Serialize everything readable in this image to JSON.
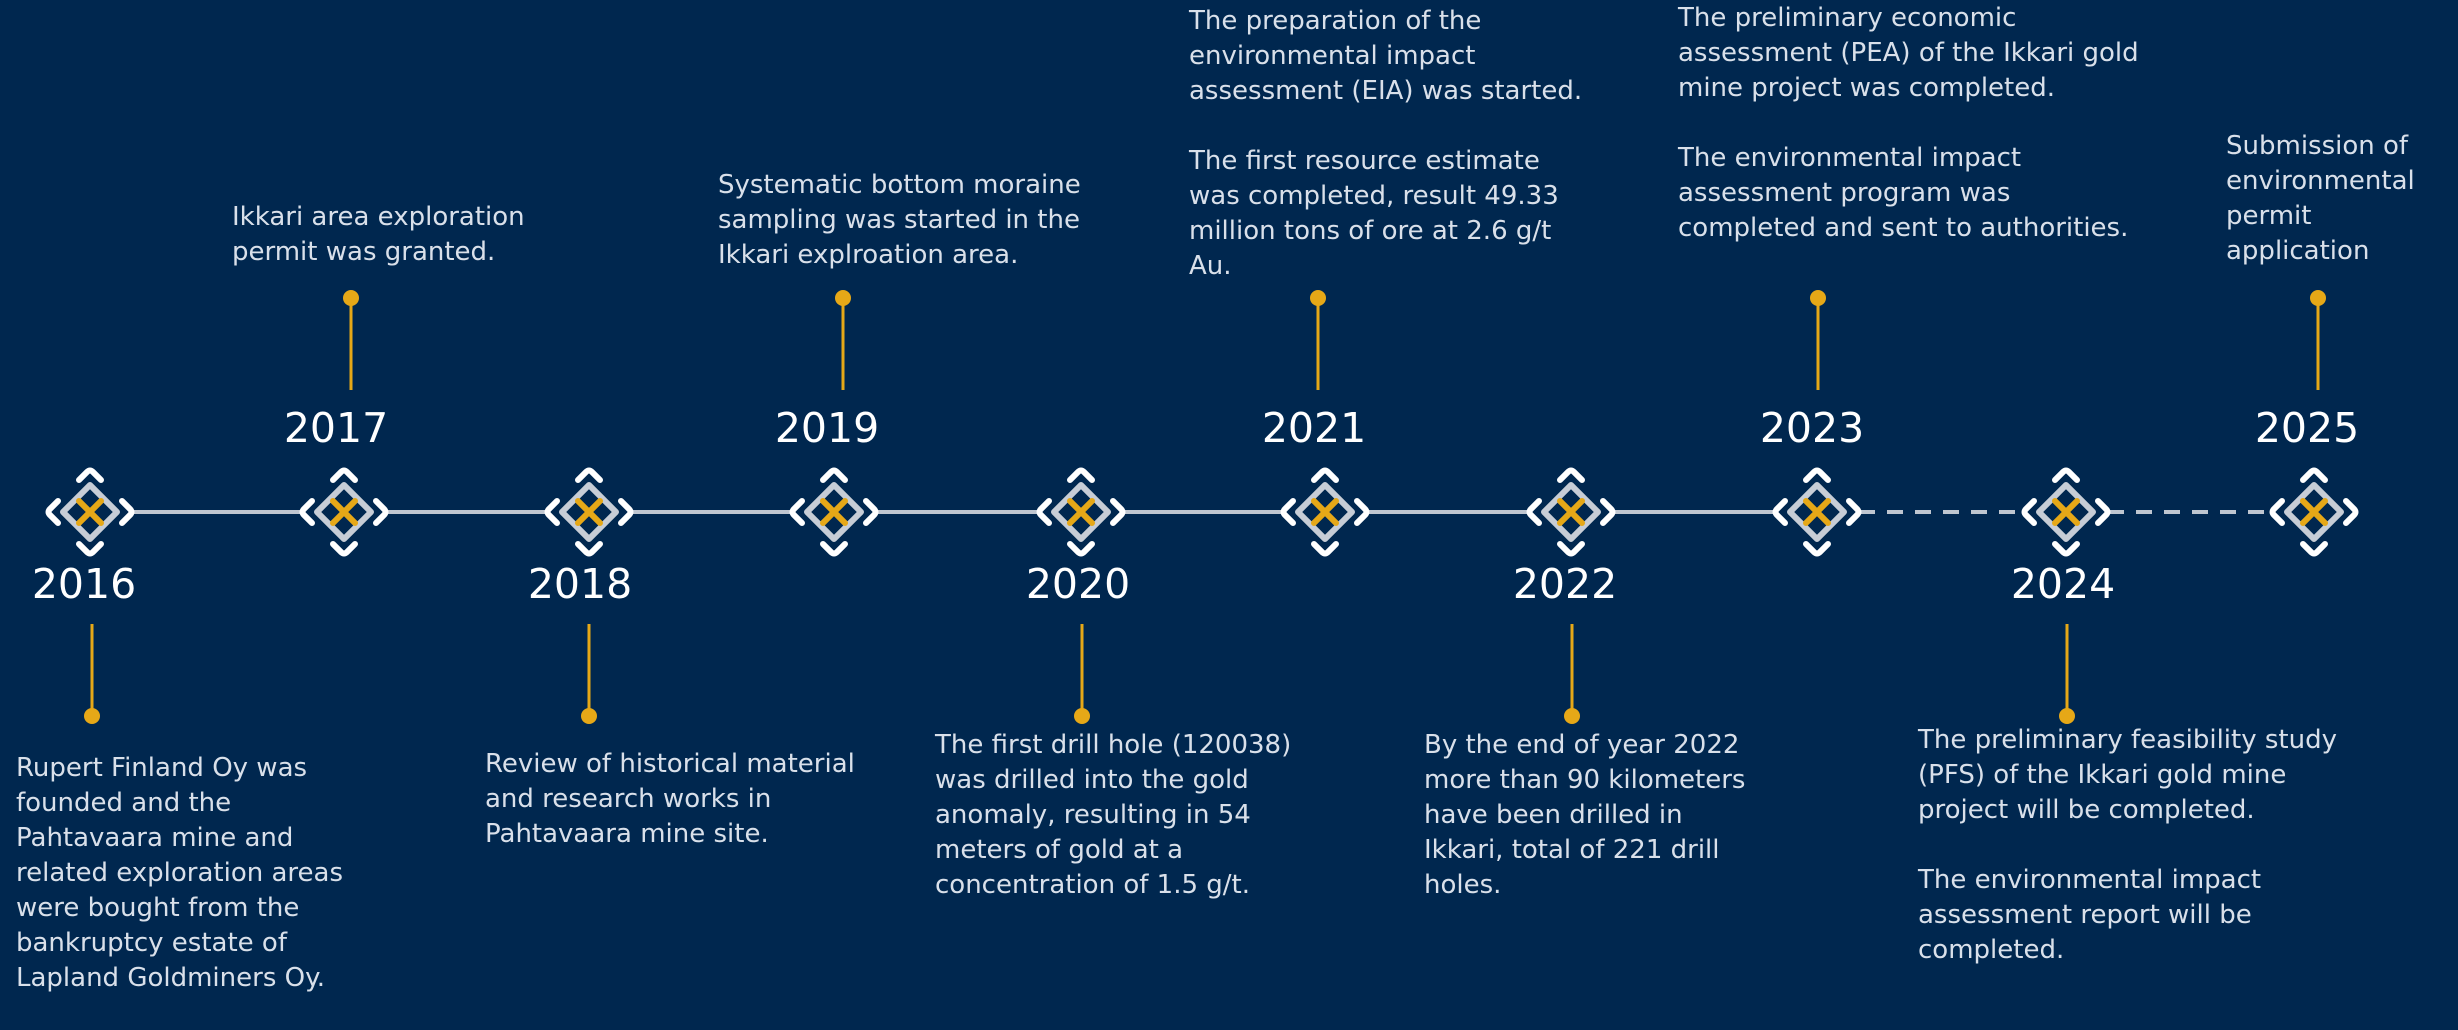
{
  "colors": {
    "background": "#00274f",
    "accent": "#e6a817",
    "line": "#bfc6d0",
    "marker_frame": "#ffffff",
    "text": "#d9e0ea"
  },
  "marker_icon": "diamond-x-icon",
  "milestones": [
    {
      "year": "2016",
      "side": "below",
      "texts": [
        "Rupert Finland Oy was founded and the Pahtavaara mine and related exploration areas were bought from the bankruptcy estate of Lapland Goldminers Oy."
      ]
    },
    {
      "year": "2017",
      "side": "above",
      "texts": [
        "Ikkari area exploration permit was granted."
      ]
    },
    {
      "year": "2018",
      "side": "below",
      "texts": [
        "Review of historical material and research works in Pahtavaara mine site."
      ]
    },
    {
      "year": "2019",
      "side": "above",
      "texts": [
        "Systematic bottom moraine sampling was started in the Ikkari explroation area."
      ]
    },
    {
      "year": "2020",
      "side": "below",
      "texts": [
        "The first drill hole (120038) was drilled into the gold anomaly, resulting in 54 meters of gold at a concentration of 1.5 g/t."
      ]
    },
    {
      "year": "2021",
      "side": "above",
      "texts": [
        "The preparation of the environmental impact assessment (EIA) was started.",
        "The first resource estimate was completed, result 49.33 million tons of ore at 2.6 g/t Au."
      ]
    },
    {
      "year": "2022",
      "side": "below",
      "texts": [
        "By the end of year 2022 more than 90 kilometers have been drilled in Ikkari, total of 221 drill holes."
      ]
    },
    {
      "year": "2023",
      "side": "above",
      "texts": [
        "The preliminary economic assessment (PEA) of the Ikkari gold mine project was completed.",
        "The environmental impact assessment program was completed and sent to authorities."
      ]
    },
    {
      "year": "2024",
      "side": "below",
      "texts": [
        "The preliminary feasibility study (PFS) of the Ikkari gold mine project will be completed.",
        "The environmental impact assessment report will be completed."
      ]
    },
    {
      "year": "2025",
      "side": "above",
      "texts": [
        "Submission of environmental permit application"
      ]
    }
  ]
}
